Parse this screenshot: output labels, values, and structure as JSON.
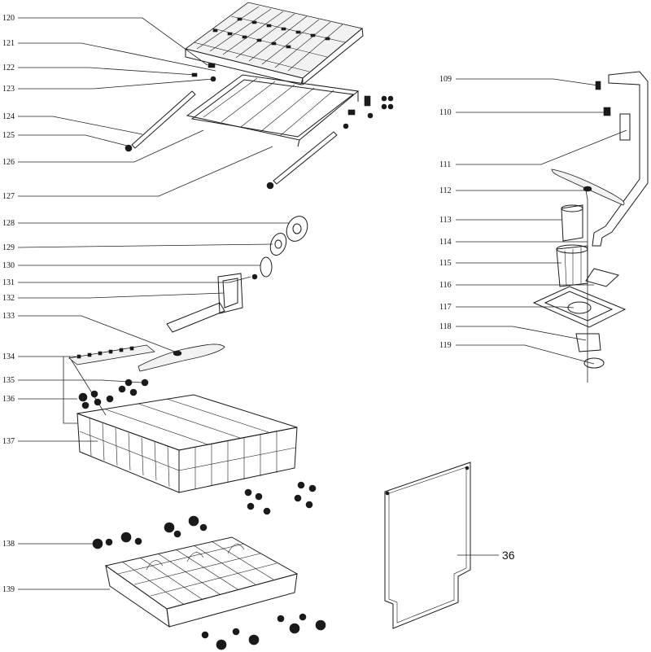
{
  "diagram": {
    "labels": [
      {
        "id": "l120",
        "text": "120"
      },
      {
        "id": "l121",
        "text": "121"
      },
      {
        "id": "l122",
        "text": "122"
      },
      {
        "id": "l123",
        "text": "123"
      },
      {
        "id": "l124",
        "text": "124"
      },
      {
        "id": "l125",
        "text": "125"
      },
      {
        "id": "l126",
        "text": "126"
      },
      {
        "id": "l127",
        "text": "127"
      },
      {
        "id": "l128",
        "text": "128"
      },
      {
        "id": "l129",
        "text": "129"
      },
      {
        "id": "l130",
        "text": "130"
      },
      {
        "id": "l131",
        "text": "131"
      },
      {
        "id": "l132",
        "text": "132"
      },
      {
        "id": "l133",
        "text": "133"
      },
      {
        "id": "l134",
        "text": "134"
      },
      {
        "id": "l135",
        "text": "135"
      },
      {
        "id": "l136",
        "text": "136"
      },
      {
        "id": "l137",
        "text": "137"
      },
      {
        "id": "l138",
        "text": "138"
      },
      {
        "id": "l139",
        "text": "139"
      },
      {
        "id": "l109",
        "text": "109"
      },
      {
        "id": "l110",
        "text": "110"
      },
      {
        "id": "l111",
        "text": "111"
      },
      {
        "id": "l112",
        "text": "112"
      },
      {
        "id": "l113",
        "text": "113"
      },
      {
        "id": "l114",
        "text": "114"
      },
      {
        "id": "l115",
        "text": "115"
      },
      {
        "id": "l116",
        "text": "116"
      },
      {
        "id": "l117",
        "text": "117"
      },
      {
        "id": "l118",
        "text": "118"
      },
      {
        "id": "l119",
        "text": "119"
      },
      {
        "id": "l36",
        "text": "36"
      }
    ],
    "colors": {
      "ink": "#1a1a1a",
      "background": "#ffffff"
    }
  }
}
